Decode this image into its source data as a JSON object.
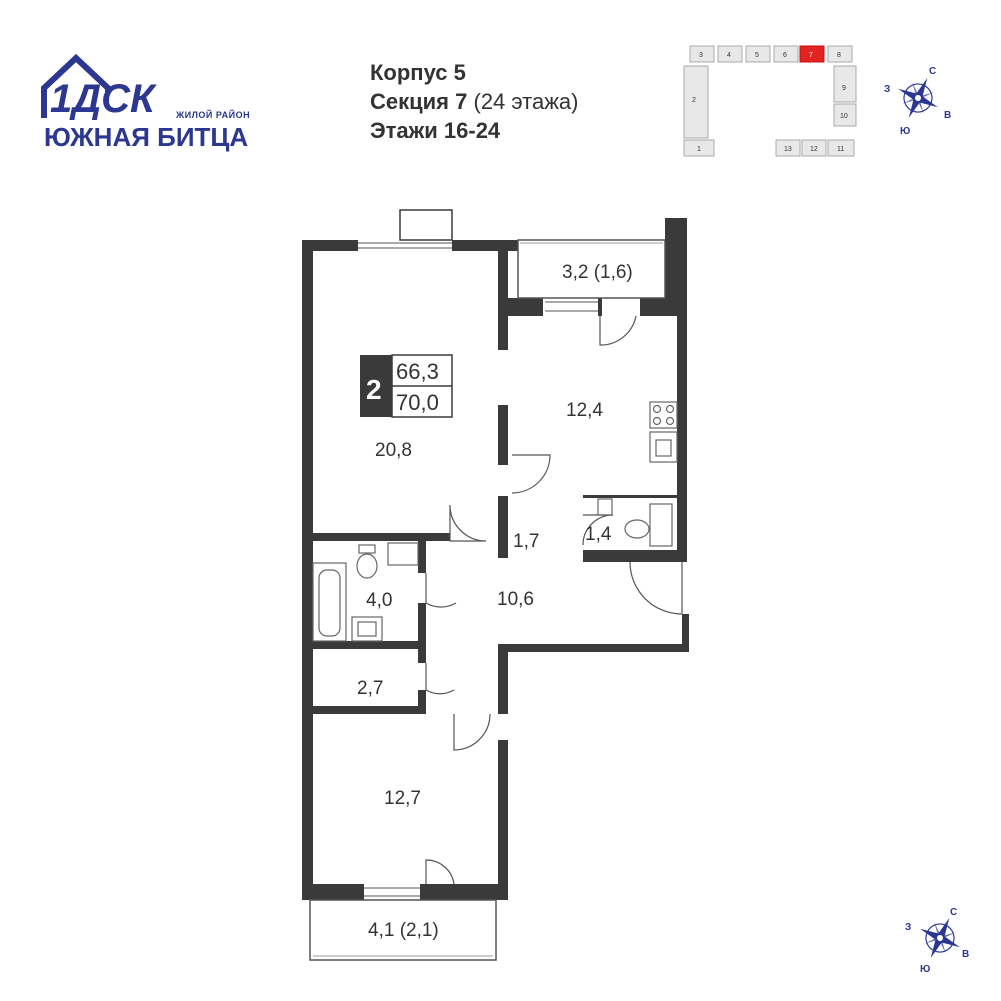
{
  "logo": {
    "brand": "1ДСК",
    "district_caption": "ЖИЛОЙ РАЙОН",
    "district_name": "ЮЖНАЯ БИТЦА",
    "color": "#2b3790"
  },
  "info": {
    "building": "Корпус 5",
    "section": "Секция 7",
    "section_floors": "(24 этажа)",
    "floors": "Этажи 16-24"
  },
  "site_plan": {
    "sections": [
      "3",
      "4",
      "5",
      "6",
      "7",
      "8",
      "2",
      "9",
      "10",
      "1",
      "13",
      "12",
      "11"
    ],
    "highlighted": "7",
    "highlight_color": "#e32222"
  },
  "compass": {
    "n": "С",
    "s": "Ю",
    "w": "З",
    "e": "В",
    "color": "#2b3790"
  },
  "apartment": {
    "rooms": "2",
    "living_area": "66,3",
    "total_area": "70,0"
  },
  "rooms": {
    "balcony_top": "3,2 (1,6)",
    "living_big": "20,8",
    "kitchen": "12,4",
    "corridor_small": "1,7",
    "wc": "1,4",
    "bathroom": "4,0",
    "hall": "10,6",
    "storage": "2,7",
    "bedroom": "12,7",
    "balcony_bottom": "4,1 (2,1)"
  }
}
